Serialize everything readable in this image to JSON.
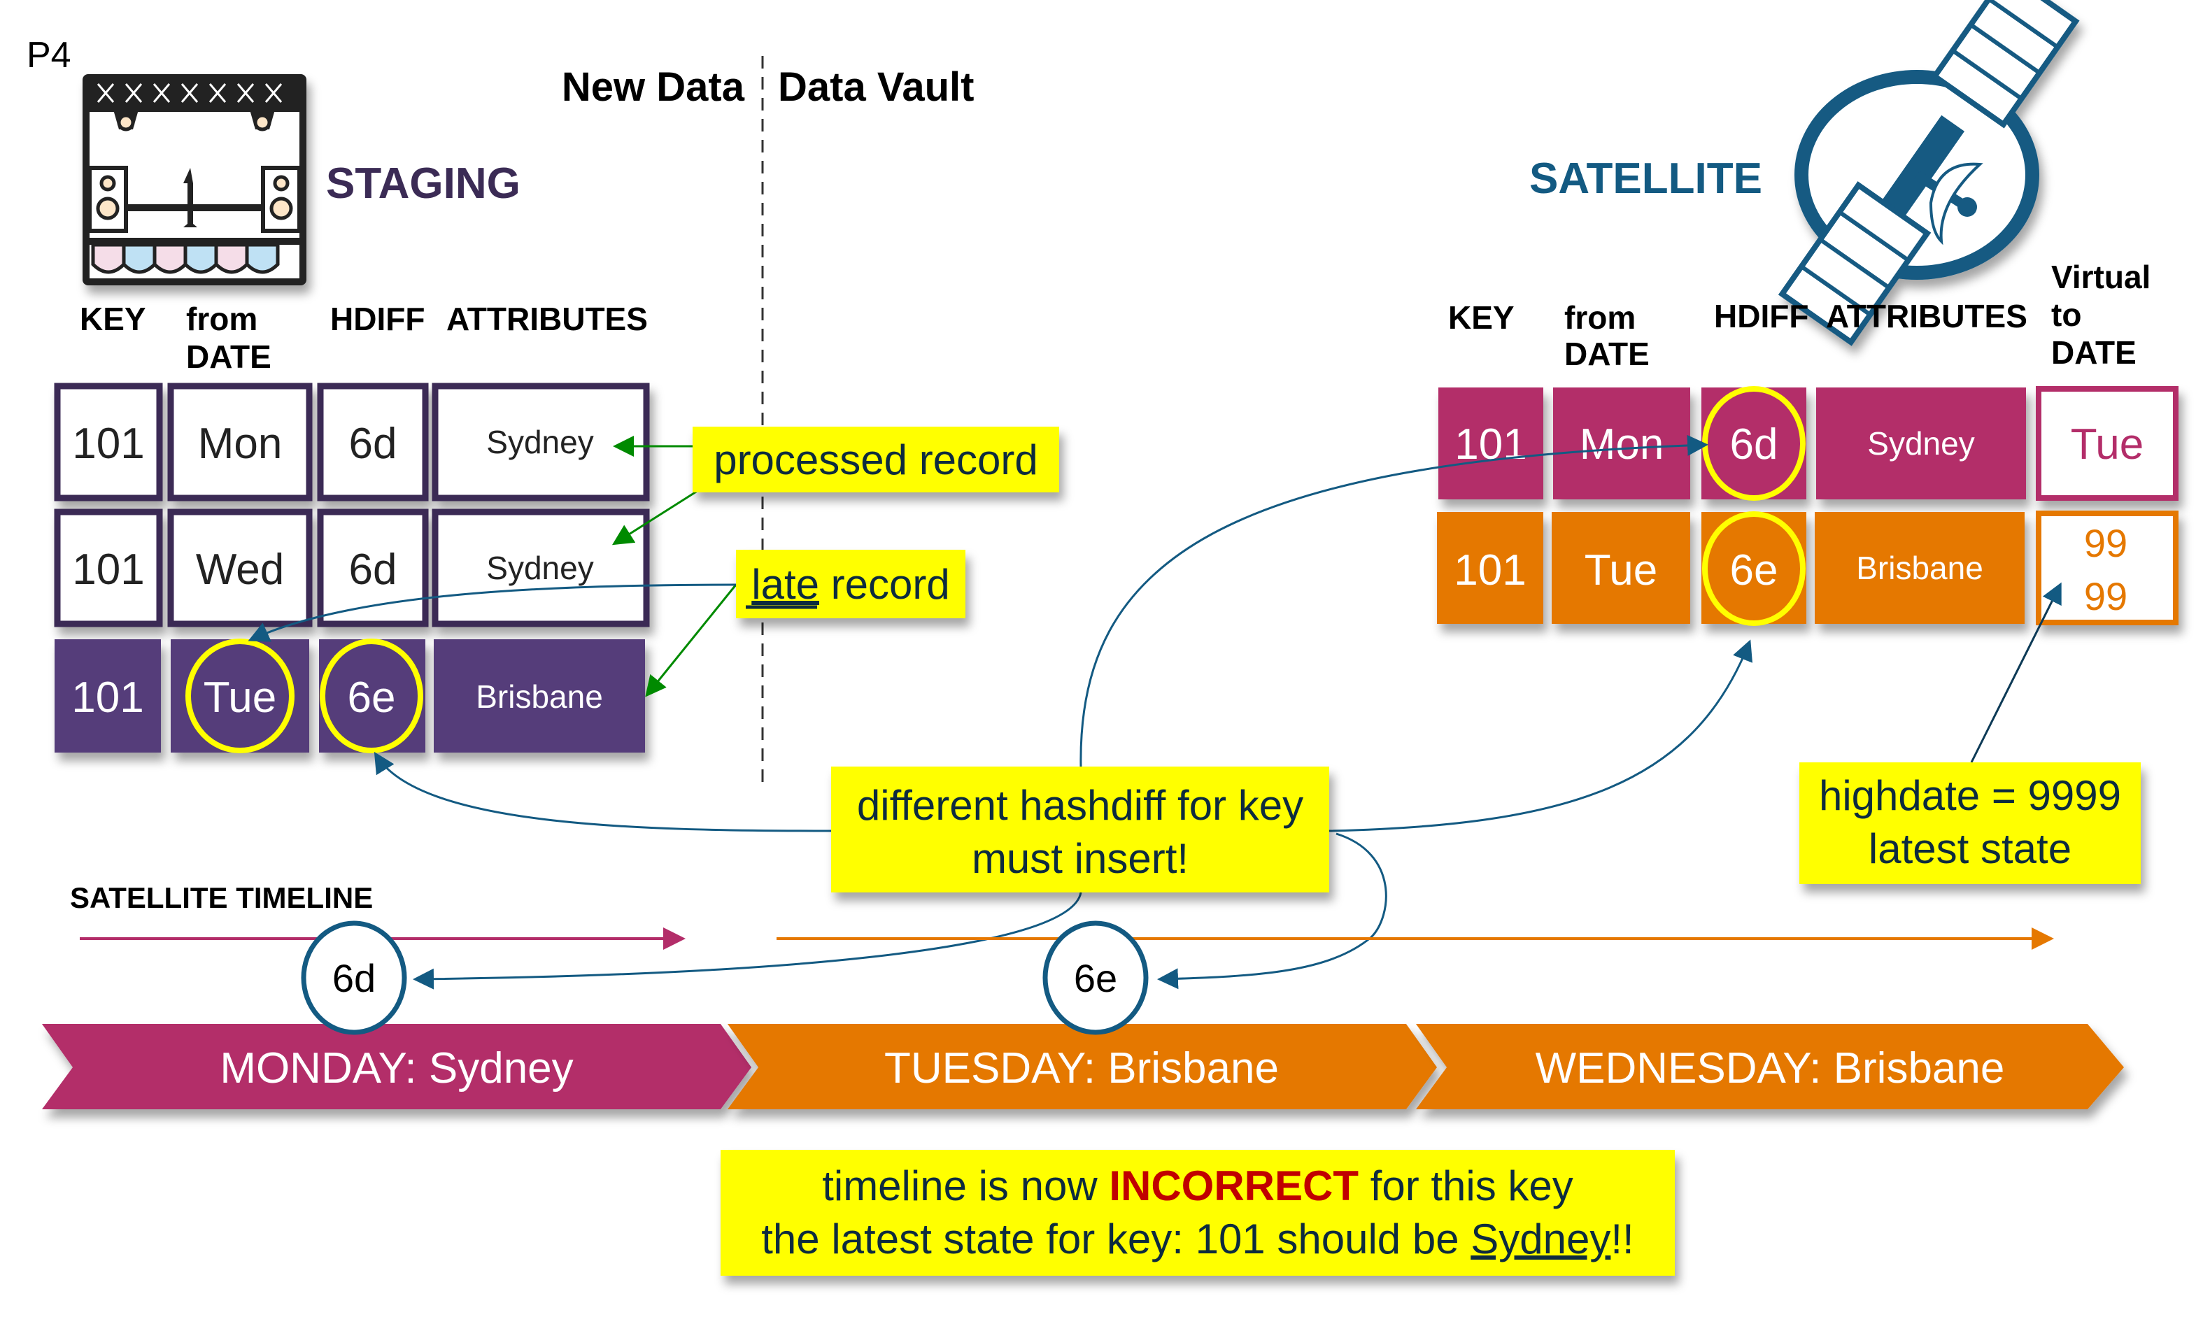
{
  "page_label": "P4",
  "headings": {
    "new_data": "New Data",
    "data_vault": "Data Vault",
    "staging": "STAGING",
    "satellite": "SATELLITE",
    "satellite_timeline": "SATELLITE TIMELINE"
  },
  "colors": {
    "staging_dark": "#3b2b55",
    "staging_fill": "#553e7a",
    "satellite_magenta": "#b32d69",
    "satellite_orange": "#e57800",
    "link_blue": "#135a82",
    "callout_yellow": "#ffff00",
    "callout_text": "#0d2b3e",
    "highlight_ring": "#ffff00",
    "pointer_green": "#008a00",
    "alert_red": "#c00000"
  },
  "icons": {
    "staging": "stage-icon",
    "satellite": "satellite-icon"
  },
  "staging_table": {
    "headers": [
      {
        "line1": "KEY",
        "line2": ""
      },
      {
        "line1": "from",
        "line2": "DATE"
      },
      {
        "line1": "HDIFF",
        "line2": ""
      },
      {
        "line1": "ATTRIBUTES",
        "line2": ""
      }
    ],
    "rows": [
      {
        "key": "101",
        "from_date": "Mon",
        "hdiff": "6d",
        "attributes": "Sydney",
        "state": "processed"
      },
      {
        "key": "101",
        "from_date": "Wed",
        "hdiff": "6d",
        "attributes": "Sydney",
        "state": "processed"
      },
      {
        "key": "101",
        "from_date": "Tue",
        "hdiff": "6e",
        "attributes": "Brisbane",
        "state": "late"
      }
    ]
  },
  "satellite_table": {
    "headers": [
      {
        "line1": "KEY",
        "line2": ""
      },
      {
        "line1": "from",
        "line2": "DATE"
      },
      {
        "line1": "HDIFF",
        "line2": ""
      },
      {
        "line1": "ATTRIBUTES",
        "line2": ""
      },
      {
        "line1": "Virtual",
        "line2": "to",
        "line3": "DATE"
      }
    ],
    "rows": [
      {
        "key": "101",
        "from_date": "Mon",
        "hdiff": "6d",
        "attributes": "Sydney",
        "to_date_line1": "Tue",
        "to_date_line2": ""
      },
      {
        "key": "101",
        "from_date": "Tue",
        "hdiff": "6e",
        "attributes": "Brisbane",
        "to_date_line1": "99",
        "to_date_line2": "99"
      }
    ]
  },
  "callouts": {
    "processed_record": "processed record",
    "late_record_underlined": "late",
    "late_record_rest": " record",
    "hashdiff_line1": "different hashdiff for key",
    "hashdiff_line2": "must insert!",
    "highdate_line1": "highdate = 9999",
    "highdate_line2": "latest state",
    "bottom_line1_a": "timeline is now ",
    "bottom_line1_b": "INCORRECT",
    "bottom_line1_c": " for this key",
    "bottom_line2_a": "the latest state for key: 101 should be ",
    "bottom_line2_b": "Sydney",
    "bottom_line2_c": "!!"
  },
  "timeline": {
    "markers": [
      {
        "label": "6d"
      },
      {
        "label": "6e"
      }
    ],
    "banners": [
      {
        "label": "MONDAY: Sydney"
      },
      {
        "label": "TUESDAY: Brisbane"
      },
      {
        "label": "WEDNESDAY: Brisbane"
      }
    ]
  }
}
